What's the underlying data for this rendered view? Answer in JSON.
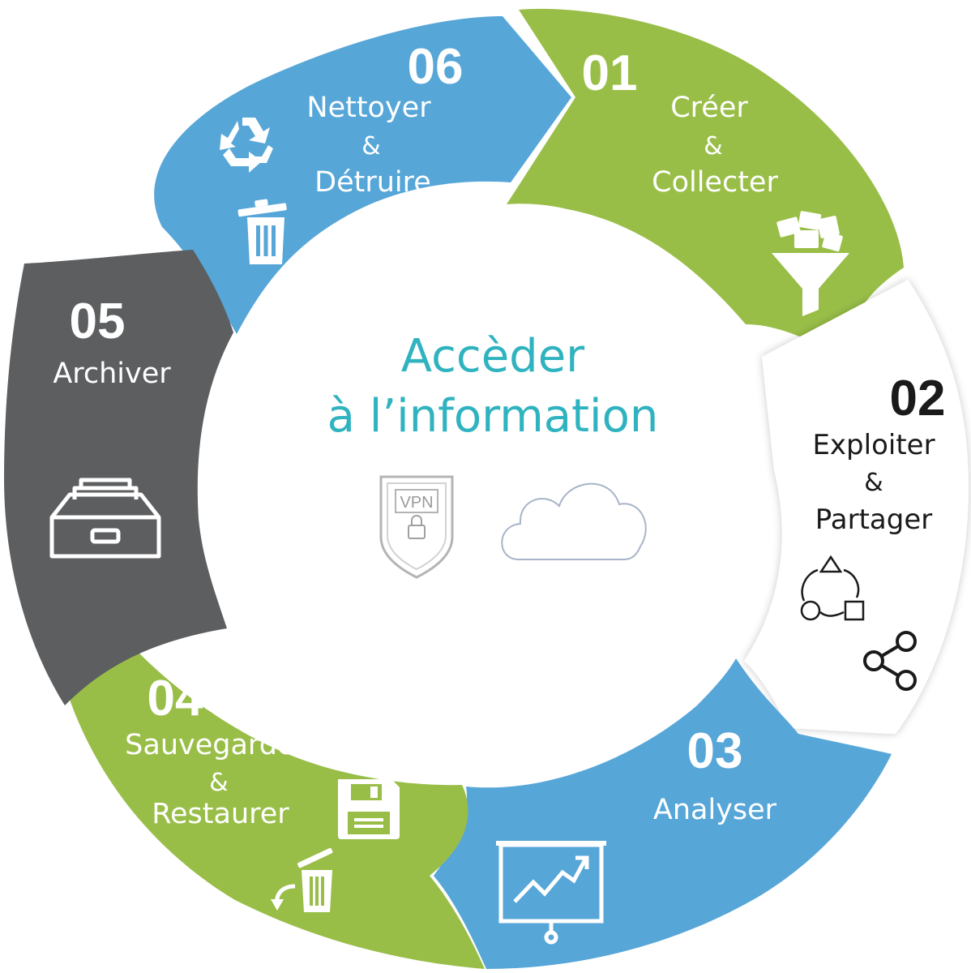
{
  "colors": {
    "green": "#99BE48",
    "blue": "#56A6D8",
    "gray": "#5C5E60",
    "white_segment": "#FFFFFF",
    "center_text": "#30B3C0",
    "icon_outline": "#B4B4B4"
  },
  "center": {
    "title_line1": "Accèder",
    "title_line2": "à l’information",
    "vpn_icon_text": "VPN",
    "icons": [
      "vpn-shield-icon",
      "cloud-icon"
    ]
  },
  "steps": [
    {
      "number": "01",
      "label_lines": [
        "Créer",
        "&",
        "Collecter"
      ],
      "icons": [
        "documents-funnel-icon"
      ]
    },
    {
      "number": "02",
      "label_lines": [
        "Exploiter",
        "&",
        "Partager"
      ],
      "icons": [
        "shapes-cycle-icon",
        "share-icon"
      ]
    },
    {
      "number": "03",
      "label_lines": [
        "Analyser"
      ],
      "icons": [
        "presentation-chart-icon"
      ]
    },
    {
      "number": "04",
      "label_lines": [
        "Sauvegarder",
        "&",
        "Restaurer"
      ],
      "icons": [
        "floppy-disk-icon",
        "restore-trash-icon"
      ]
    },
    {
      "number": "05",
      "label_lines": [
        "Archiver"
      ],
      "icons": [
        "archive-drawer-icon"
      ]
    },
    {
      "number": "06",
      "label_lines": [
        "Nettoyer",
        "&",
        "Détruire"
      ],
      "icons": [
        "recycle-icon",
        "trash-icon"
      ]
    }
  ]
}
